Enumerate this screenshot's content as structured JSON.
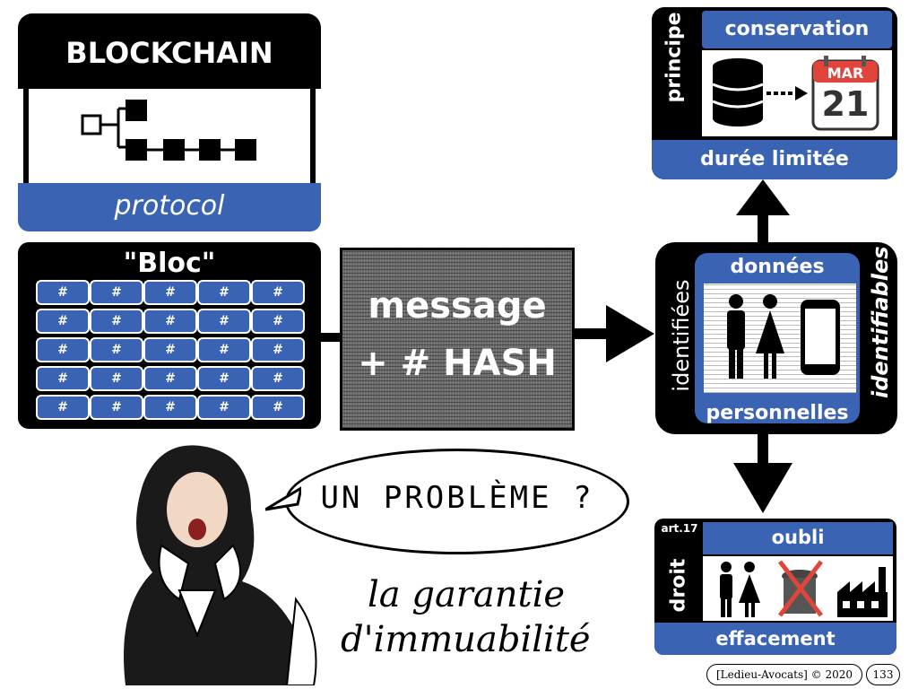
{
  "blockchain": {
    "title": "BLOCKCHAIN",
    "protocol": "protocol"
  },
  "bloc": {
    "title": "\"Bloc\"",
    "cell": "#"
  },
  "message": {
    "line1": "message",
    "line2": "+ # HASH"
  },
  "donnees": {
    "top": "données",
    "bottom": "personnelles",
    "left": "identifiées",
    "right": "identifiables"
  },
  "conservation": {
    "top": "conservation",
    "left": "principe",
    "bottom": "durée limitée",
    "calendar_month": "MAR",
    "calendar_day": "21"
  },
  "oubli": {
    "top": "oubli",
    "left": "droit",
    "article": "art.17",
    "bottom": "effacement"
  },
  "speech": "UN PROBLÈME ?",
  "caption": {
    "line1": "la garantie",
    "line2": "d'immuabilité"
  },
  "footer": {
    "credit": "[Ledieu-Avocats] © 2020",
    "page": "133"
  },
  "colors": {
    "blue": "#3b63b3",
    "black": "#000000"
  }
}
